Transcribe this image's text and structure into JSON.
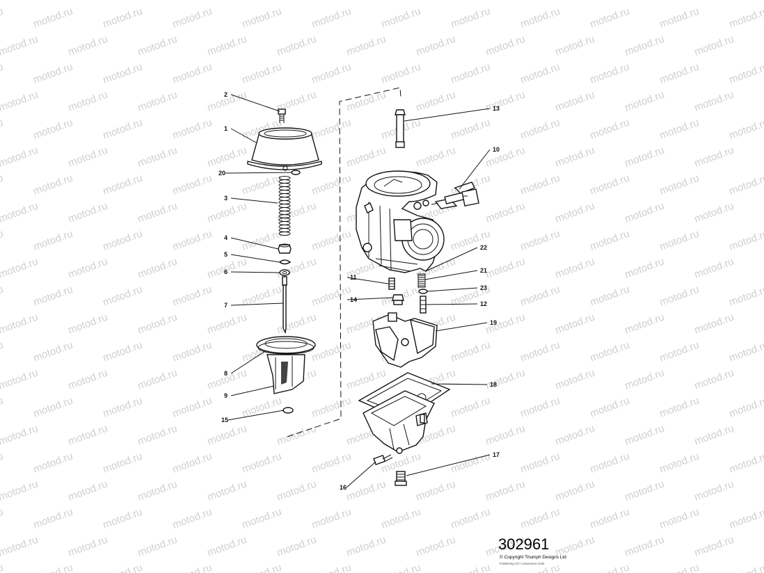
{
  "diagram": {
    "drawing_number": "302961",
    "copyright": "© Copyright Triumph Designs Ltd",
    "print_note": "Publishing ref / component mark",
    "watermark_text": "motod.ru",
    "callouts": [
      {
        "label": "1",
        "part": "diaphragm-cover"
      },
      {
        "label": "2",
        "part": "cover-screw"
      },
      {
        "label": "3",
        "part": "piston-spring"
      },
      {
        "label": "4",
        "part": "needle-retainer"
      },
      {
        "label": "5",
        "part": "circlip"
      },
      {
        "label": "6",
        "part": "washer"
      },
      {
        "label": "7",
        "part": "jet-needle"
      },
      {
        "label": "8",
        "part": "diaphragm"
      },
      {
        "label": "9",
        "part": "piston-slide"
      },
      {
        "label": "10",
        "part": "throttle-stop-screw"
      },
      {
        "label": "11",
        "part": "pilot-jet"
      },
      {
        "label": "12",
        "part": "needle-jet"
      },
      {
        "label": "13",
        "part": "tube"
      },
      {
        "label": "14",
        "part": "main-jet"
      },
      {
        "label": "15",
        "part": "o-ring"
      },
      {
        "label": "16",
        "part": "drain-screw"
      },
      {
        "label": "17",
        "part": "bowl-screw"
      },
      {
        "label": "18",
        "part": "float-bowl-gasket"
      },
      {
        "label": "19",
        "part": "float"
      },
      {
        "label": "20",
        "part": "o-ring"
      },
      {
        "label": "21",
        "part": "spring"
      },
      {
        "label": "22",
        "part": "carburettor-body"
      },
      {
        "label": "23",
        "part": "o-ring"
      }
    ]
  }
}
